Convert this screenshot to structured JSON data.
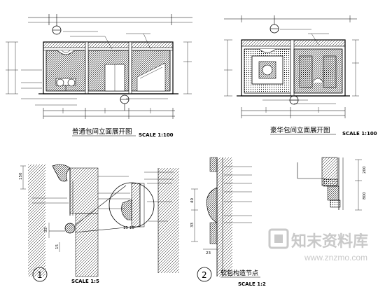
{
  "elevations": {
    "left": {
      "title": "普通包间立面展开图",
      "scale": "SCALE 1:100"
    },
    "right": {
      "title": "豪华包间立面展开图",
      "scale": "SCALE 1:100"
    }
  },
  "details": {
    "one": {
      "number": "1",
      "scale": "SCALE 1:5"
    },
    "two": {
      "number": "2",
      "title": "软包构造节点",
      "scale": "SCALE 1:2"
    }
  },
  "dimensions": {
    "d1_left": "150",
    "d1_a": "33",
    "d1_b": "15",
    "d1_c": "15 10",
    "d2_a": "40",
    "d2_b": "33",
    "d2_c": "23",
    "d3_a": "200",
    "d3_b": "800"
  },
  "watermark": {
    "brand": "知末资料库",
    "url": "www.znzmo.com"
  },
  "colors": {
    "line": "#000000",
    "watermark": "#c9c9c9"
  }
}
